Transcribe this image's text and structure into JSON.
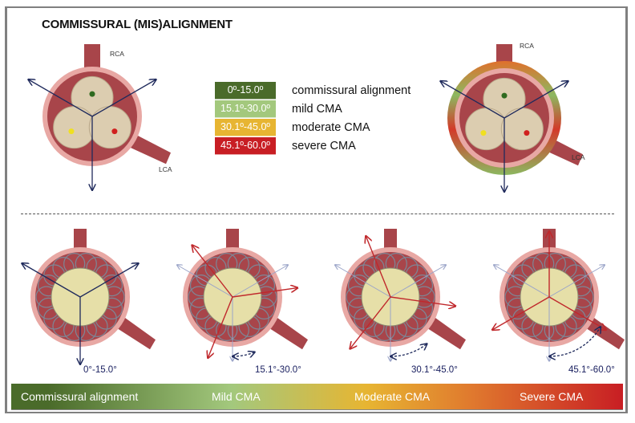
{
  "title": "COMMISSURAL (MIS)ALIGNMENT",
  "top_diagrams": {
    "left": {
      "rca_label": "RCA",
      "lca_label": "LCA"
    },
    "right": {
      "rca_label": "RCA",
      "lca_label": "LCA"
    }
  },
  "legend": [
    {
      "range": "0º-15.0º",
      "label": "commissural alignment",
      "color": "#4a6b2a"
    },
    {
      "range": "15.1º-30.0º",
      "label": "mild CMA",
      "color": "#a3c87d"
    },
    {
      "range": "30.1º-45.0º",
      "label": "moderate CMA",
      "color": "#e7b532"
    },
    {
      "range": "45.1º-60.0º",
      "label": "severe CMA",
      "color": "#c81e24"
    }
  ],
  "bottom_diagrams": [
    {
      "angle_label": "0°-15.0°",
      "rotation_deg": 0
    },
    {
      "angle_label": "15.1°-30.0°",
      "rotation_deg": 22
    },
    {
      "angle_label": "30.1°-45.0°",
      "rotation_deg": 38
    },
    {
      "angle_label": "45.1°-60.0°",
      "rotation_deg": 60
    }
  ],
  "gradient_bar": {
    "labels": [
      "Commissural alignment",
      "Mild CMA",
      "Moderate CMA",
      "Severe CMA"
    ],
    "colors": [
      "#4a6b2a",
      "#a3c87d",
      "#e7b532",
      "#c81e24"
    ]
  },
  "colors": {
    "arrow_navy": "#1f2a5c",
    "arrow_red": "#c0282c",
    "vessel": "#a8454a",
    "vessel_light": "#e8a8a4",
    "leaflet": "#dccdb0",
    "stent_leaflet": "#e6dfa8"
  }
}
